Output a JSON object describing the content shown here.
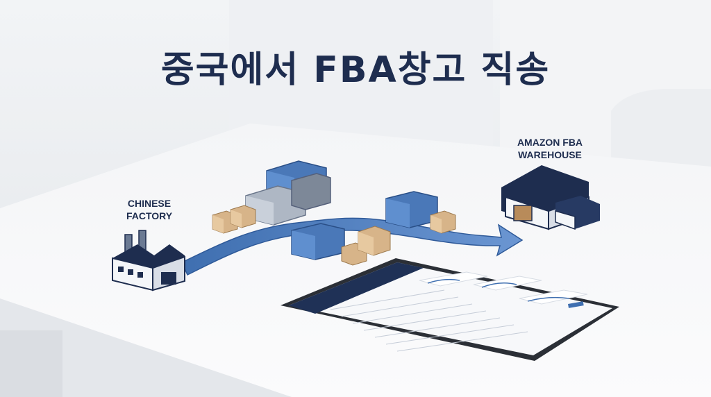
{
  "title": "중국에서 FBA창고 직송",
  "factory_label": {
    "line1": "CHINESE",
    "line2": "FACTORY"
  },
  "warehouse_label": {
    "line1": "AMAZON FBA",
    "line2": "WAREHOUSE"
  },
  "colors": {
    "navy": "#1e2d4f",
    "container_blue": "#4a78b8",
    "route_blue": "#5a86c6",
    "box_tan": "#d7b489",
    "table_white": "#f7f8fa",
    "wall": "#e6e9ed"
  }
}
